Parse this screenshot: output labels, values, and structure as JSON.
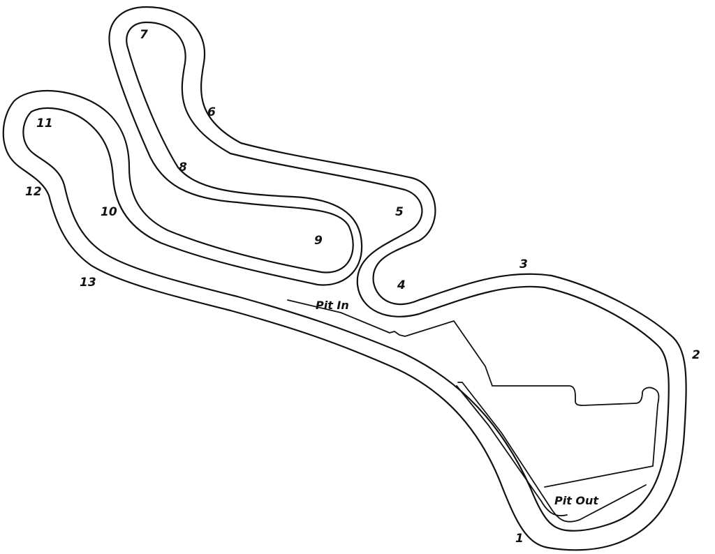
{
  "map": {
    "turns": [
      "1",
      "2",
      "3",
      "4",
      "5",
      "6",
      "7",
      "8",
      "9",
      "10",
      "11",
      "12",
      "13"
    ],
    "pit_in_label": "Pit In",
    "pit_out_label": "Pit Out"
  }
}
